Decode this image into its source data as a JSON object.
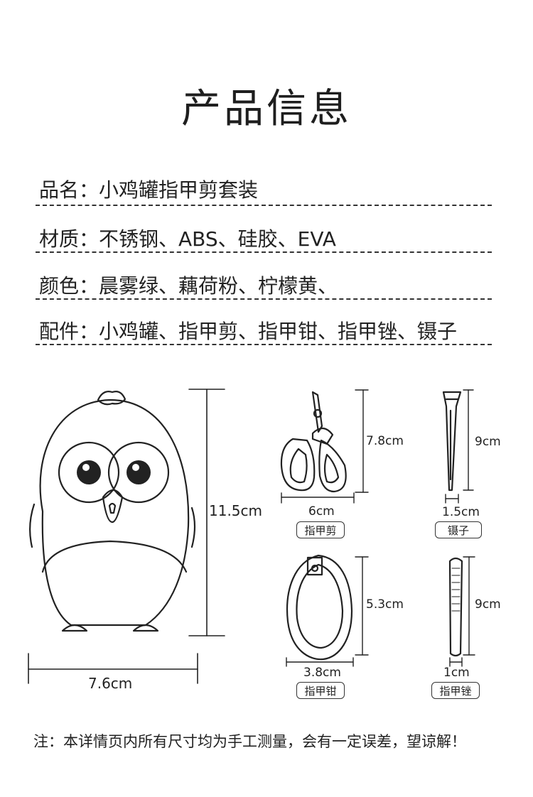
{
  "title": "产品信息",
  "info": [
    {
      "label": "品名：",
      "value": "小鸡罐指甲剪套装"
    },
    {
      "label": "材质：",
      "value": "不锈钢、ABS、硅胶、EVA"
    },
    {
      "label": "颜色：",
      "value": "晨雾绿、藕荷粉、柠檬黄、"
    },
    {
      "label": "配件：",
      "value": "小鸡罐、指甲剪、指甲钳、指甲锉、镊子"
    }
  ],
  "dimensions": {
    "chick_height": "11.5cm",
    "chick_width": "7.6cm",
    "scissors_height": "7.8cm",
    "scissors_width": "6cm",
    "tweezers_height": "9cm",
    "tweezers_width": "1.5cm",
    "clipper_height": "5.3cm",
    "clipper_width": "3.8cm",
    "file_height": "9cm",
    "file_width": "1cm"
  },
  "tags": {
    "scissors": "指甲剪",
    "tweezers": "镊子",
    "clipper": "指甲钳",
    "file": "指甲锉"
  },
  "note": "注：本详情页内所有尺寸均为手工测量，会有一定误差，望谅解！"
}
